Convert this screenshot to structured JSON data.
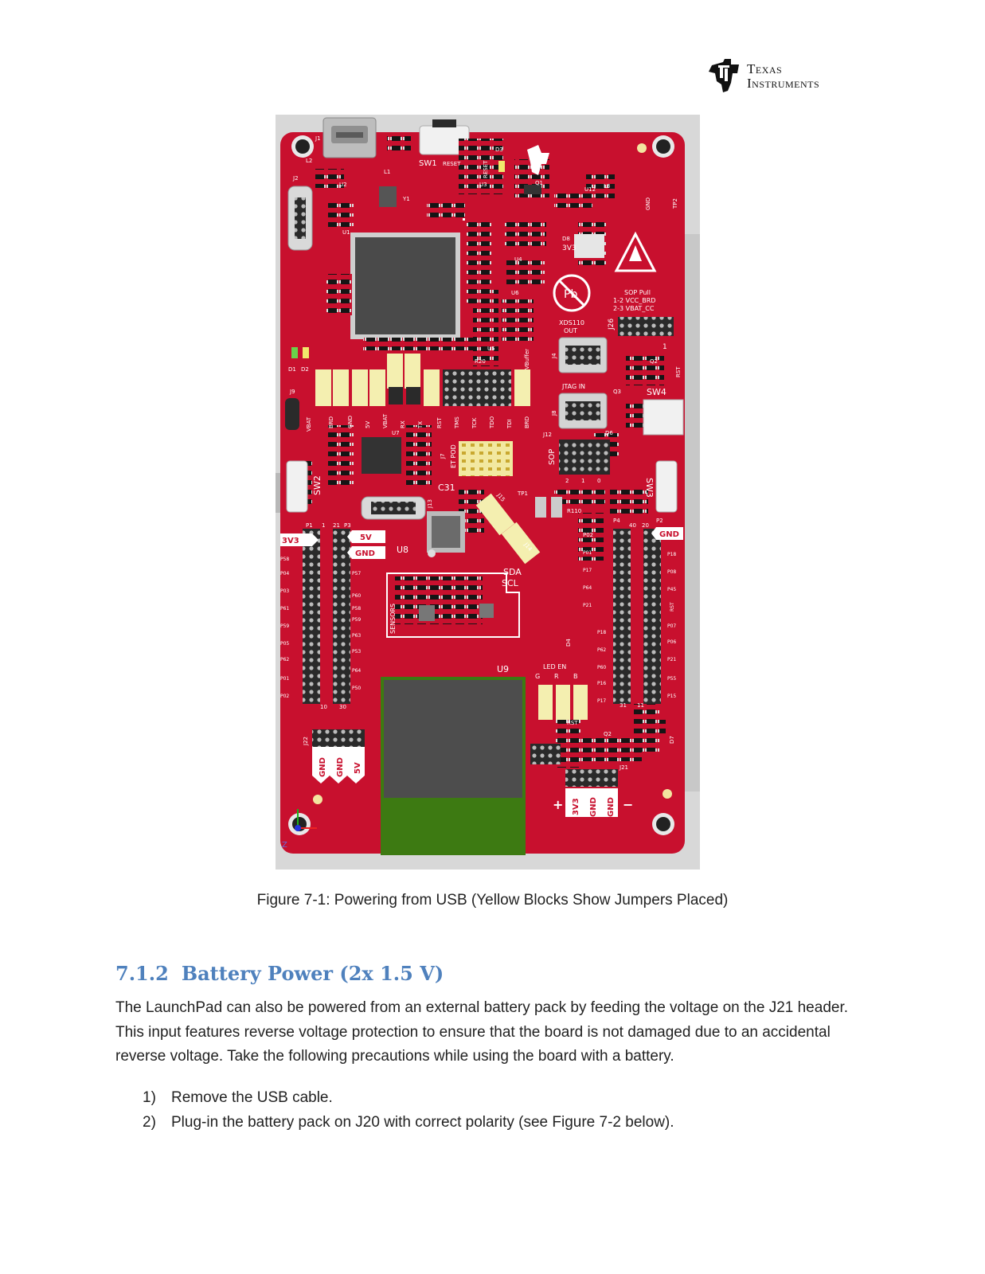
{
  "header": {
    "logo_line1": "Texas",
    "logo_line2": "Instruments"
  },
  "figure": {
    "caption": "Figure 7-1: Powering from USB (Yellow Blocks Show Jumpers Placed)",
    "labels": {
      "j1": "J1",
      "l2": "L2",
      "u2": "U2",
      "l1": "L1",
      "sw1": "SW1",
      "reset": "RESET",
      "d3": "D3",
      "reset_v": "RESET",
      "u3": "U3",
      "q1": "Q1",
      "y1": "Y1",
      "j2": "J2",
      "u1": "U1",
      "u12": "U12",
      "l3": "L3",
      "gnd_tp": "GND",
      "tp2": "TP2",
      "d8": "D8",
      "v3v3": "3V3",
      "u4": "U4",
      "u6": "U6",
      "pb": "Pb",
      "sop_pull": "SOP Pull",
      "sop_1": "1-2 VCC_BRD",
      "sop_2": "2-3 VBAT_CC",
      "xds110": "XDS110",
      "out": "OUT",
      "j26": "J26",
      "j26_1": "1",
      "u5": "U5",
      "r20": "R20",
      "vbuffer": "VBuffer",
      "j4": "J4",
      "q2": "Q2",
      "rst_top": "RST",
      "jtag_in": "JTAG IN",
      "q3": "Q3",
      "sw4": "SW4",
      "j8": "J8",
      "d1": "D1",
      "d2": "D2",
      "j9": "J9",
      "vbat_j9": "VBAT",
      "p_brd": "BRD",
      "p_gnd": "GND",
      "p_5v": "5V",
      "p_vbat": "VBAT",
      "p_rx": "RX",
      "p_tx": "TX",
      "p_rst": "RST",
      "p_tms": "TMS",
      "p_tck": "TCK",
      "p_tdo": "TDO",
      "p_tdi": "TDI",
      "p_brd2": "BRD",
      "u7": "U7",
      "j7": "J7",
      "etpod": "ET POD",
      "j12": "J12",
      "sop": "SOP",
      "d6": "D6",
      "sop_2n": "2",
      "sop_1n": "1",
      "sop_0n": "0",
      "sw2": "SW2",
      "sw3": "SW3",
      "c31": "C31",
      "tp1": "TP1",
      "j13": "J13",
      "j15": "J15",
      "j14": "J14",
      "r110": "R110",
      "p1": "P1",
      "p1_1": "1",
      "p1_21": "21",
      "p3": "P3",
      "v3v3_tag": "3V3",
      "v5_tag": "5V",
      "gnd_tag": "GND",
      "u8": "U8",
      "sda": "SDA",
      "scl": "SCL",
      "p4": "P4",
      "p4_40": "40",
      "p4_20": "20",
      "p2": "P2",
      "gnd_tag_r": "GND",
      "p02_r": "P02",
      "p58": "P58",
      "p04": "P04",
      "p03": "P03",
      "p61": "P61",
      "p59": "P59",
      "p05": "P05",
      "p62": "P62",
      "p01": "P01",
      "p02": "P02",
      "p57": "P57",
      "p60": "P60",
      "p58b": "P58",
      "p59b": "P59",
      "p63": "P63",
      "p53": "P53",
      "p64": "P64",
      "p50": "P50",
      "n10": "10",
      "n30": "30",
      "sensors": "SENSORS",
      "u9": "U9",
      "led_en": "LED EN",
      "led_g": "G",
      "led_r": "R",
      "led_b": "B",
      "rst_bl": "RST",
      "p01_r": "P01",
      "p17": "P17",
      "p64_r": "P64",
      "p21": "P21",
      "p18": "P18",
      "p62_r": "P62",
      "p60_r": "P60",
      "p16": "P16",
      "p17_r": "P17",
      "n31": "31",
      "n11": "11",
      "q2b": "Q2",
      "d7": "D7",
      "r_p18": "P18",
      "r_p08": "P08",
      "r_p45": "P45",
      "r_rst": "RST",
      "r_p07": "P07",
      "r_p06": "P06",
      "r_p21": "P21",
      "r_p55": "P55",
      "r_p15": "P15",
      "d4": "D4",
      "j22": "J22",
      "gnd1": "GND",
      "gnd2": "GND",
      "v5": "5V",
      "j21": "J21",
      "j21_3v3": "3V3",
      "j21_gnd1": "GND",
      "j21_gnd2": "GND",
      "plus": "+",
      "minus": "−",
      "axis_z": "Z"
    }
  },
  "section": {
    "number": "7.1.2",
    "title": "Battery Power (2x 1.5 V)",
    "paragraph": "The LaunchPad can also be powered from an external battery pack by feeding the voltage on the J21 header. This input features reverse voltage protection to ensure that the board is not damaged due to an accidental reverse voltage. Take the following precautions while using the board with a battery.",
    "steps": [
      {
        "num": "1)",
        "text": "Remove the USB cable."
      },
      {
        "num": "2)",
        "text": "Plug-in the battery pack on J20 with correct polarity (see Figure 7-2 below)."
      }
    ]
  },
  "colors": {
    "pcb_red": "#c8102e",
    "jumper_yellow": "#f4efb0",
    "heading_blue": "#4f81bd",
    "module_gray": "#4d4d4d",
    "antenna_green": "#3d7a12"
  }
}
